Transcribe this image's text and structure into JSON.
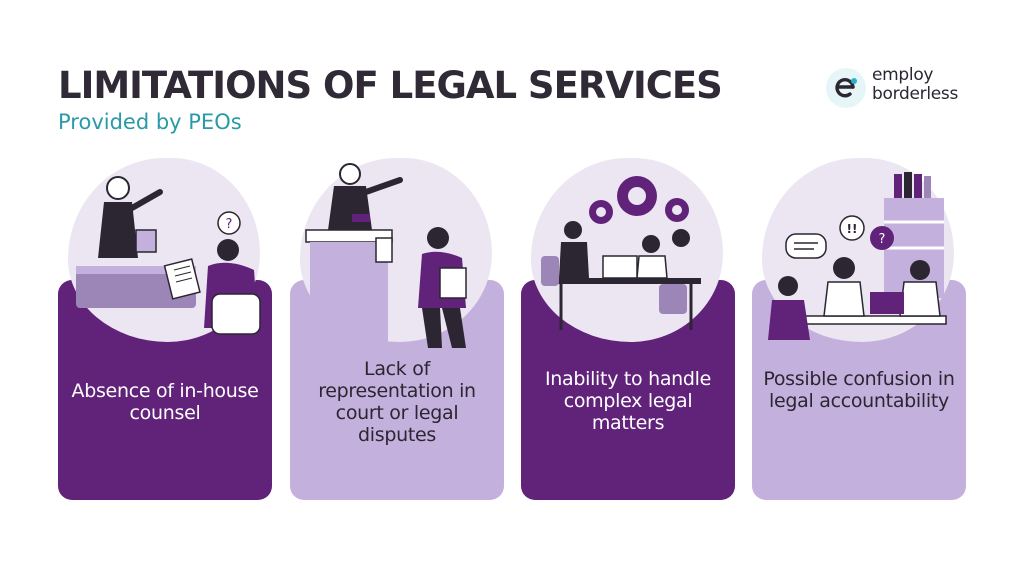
{
  "header": {
    "title": "LIMITATIONS OF LEGAL SERVICES",
    "subtitle": "Provided by PEOs"
  },
  "brand": {
    "name_line1": "employ",
    "name_line2": "borderless",
    "logo_letter": "e",
    "colors": {
      "accent": "#2a9aa8",
      "purple_dark": "#61227a",
      "purple_light": "#c4b0dd"
    }
  },
  "cards": [
    {
      "label": "Absence of in-house counsel",
      "icon": "lawyer-client-meeting-illustration",
      "style": "dark",
      "speech_bubble": "?"
    },
    {
      "label": "Lack of representation in court or legal disputes",
      "icon": "courtroom-judge-illustration",
      "style": "light"
    },
    {
      "label": "Inability to handle complex legal matters",
      "icon": "team-gears-illustration",
      "style": "dark"
    },
    {
      "label": "Possible confusion in legal accountability",
      "icon": "confused-office-team-illustration",
      "style": "light",
      "speech_bubble_1": "!!",
      "speech_bubble_2": "?"
    }
  ]
}
